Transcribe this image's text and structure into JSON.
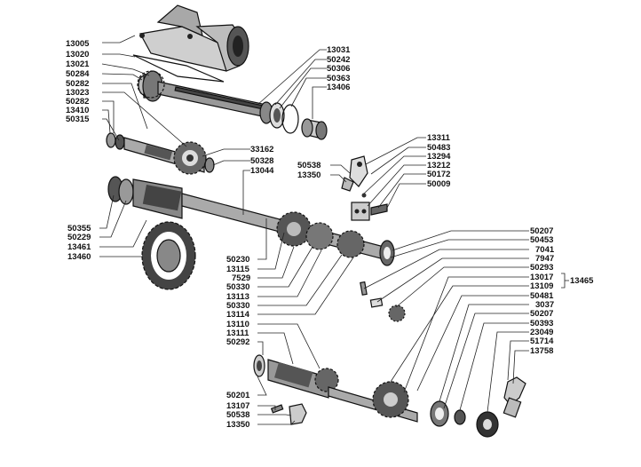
{
  "diagram": {
    "labels": {
      "l13005": "13005",
      "l13020": "13020",
      "l13021": "13021",
      "l50284": "50284",
      "l50282a": "50282",
      "l13023": "13023",
      "l50282b": "50282",
      "l13410": "13410",
      "l50315": "50315",
      "l13031": "13031",
      "l50242": "50242",
      "l50306": "50306",
      "l50363": "50363",
      "l13406": "13406",
      "l33162": "33162",
      "l50328": "50328",
      "l13044": "13044",
      "l13311": "13311",
      "l50483": "50483",
      "l13294": "13294",
      "l13212": "13212",
      "l50172": "50172",
      "l50009": "50009",
      "l50538a": "50538",
      "l13350a": "13350",
      "l50355": "50355",
      "l50229": "50229",
      "l13461": "13461",
      "l13460": "13460",
      "l50230": "50230",
      "l13115": "13115",
      "l7529": "7529",
      "l50330a": "50330",
      "l13113": "13113",
      "l50330b": "50330",
      "l13114": "13114",
      "l13110": "13110",
      "l13111": "13111",
      "l50292": "50292",
      "l50207a": "50207",
      "l50453": "50453",
      "l7041": "7041",
      "l7947": "7947",
      "l50293": "50293",
      "l13017": "13017",
      "l13109": "13109",
      "l13465": "13465",
      "l50481": "50481",
      "l3037": "3037",
      "l50207b": "50207",
      "l50393": "50393",
      "l23049": "23049",
      "l51714": "51714",
      "l13758": "13758",
      "l50201": "50201",
      "l13107": "13107",
      "l50538b": "50538",
      "l13350b": "13350"
    }
  }
}
